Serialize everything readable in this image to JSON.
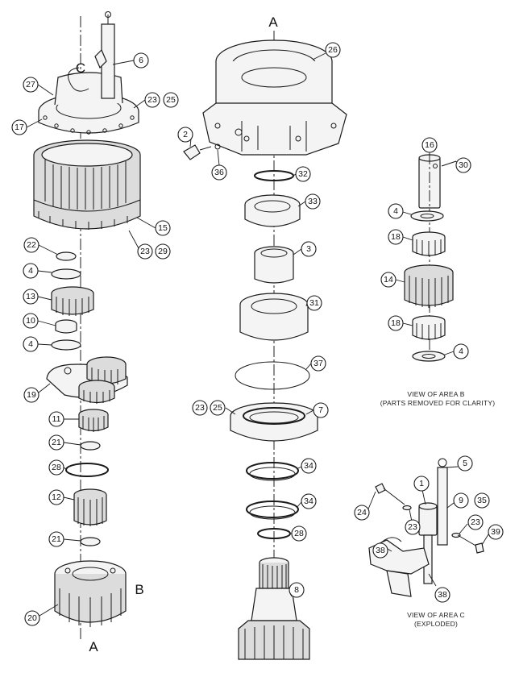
{
  "area_labels": {
    "a_top": "A",
    "a_bottom": "A",
    "b": "B",
    "c": "C"
  },
  "captions": {
    "area_b_line1": "VIEW OF AREA B",
    "area_b_line2": "(PARTS REMOVED FOR CLARITY)",
    "area_c_line1": "VIEW OF AREA C",
    "area_c_line2": "(EXPLODED)"
  },
  "callouts": {
    "left_column": [
      "6",
      "27",
      "23",
      "25",
      "17",
      "15",
      "23",
      "29",
      "22",
      "4",
      "13",
      "10",
      "4",
      "19",
      "11",
      "21",
      "28",
      "12",
      "21",
      "20"
    ],
    "center_column": [
      "26",
      "2",
      "36",
      "32",
      "33",
      "3",
      "31",
      "37",
      "23",
      "25",
      "7",
      "34",
      "34",
      "28",
      "8"
    ],
    "area_b": [
      "16",
      "30",
      "4",
      "18",
      "14",
      "18",
      "4"
    ],
    "area_c": [
      "5",
      "1",
      "9",
      "35",
      "24",
      "23",
      "23",
      "39",
      "38",
      "38"
    ]
  }
}
